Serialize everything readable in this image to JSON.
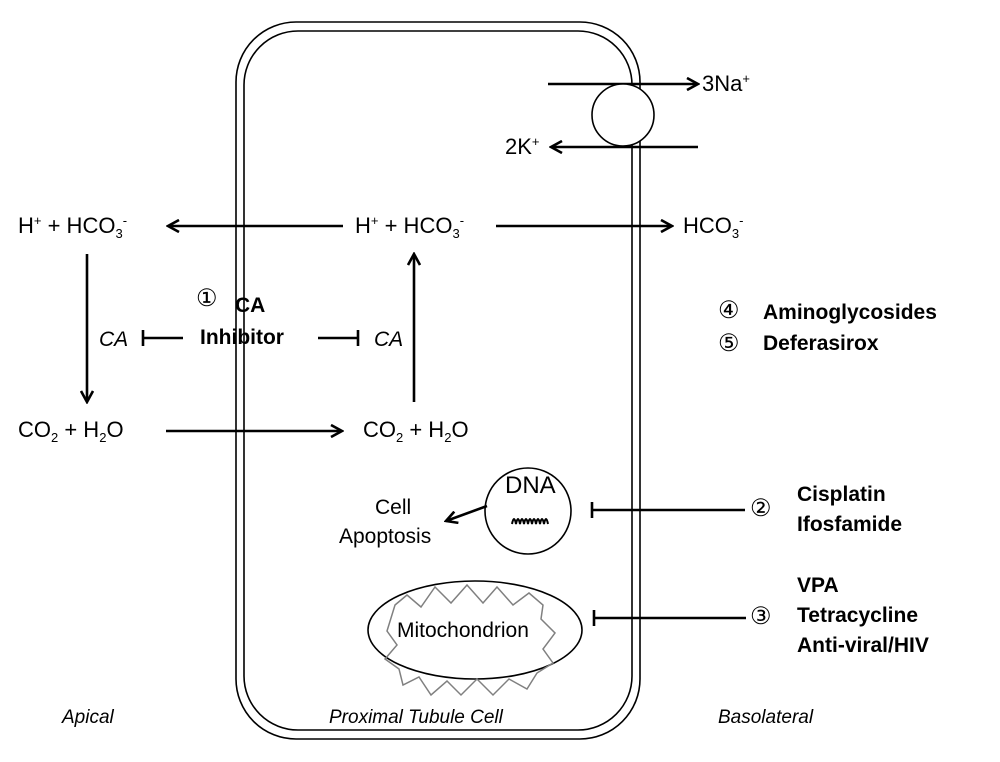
{
  "diagram": {
    "cell_label": "Proximal Tubule Cell",
    "side_labels": {
      "apical": "Apical",
      "basolateral": "Basolateral"
    },
    "pump": {
      "na_label": "3Na",
      "na_sup": "+",
      "k_label": "2K",
      "k_sup": "+"
    },
    "apical_species": {
      "h_bicarb": {
        "h": "H",
        "h_sup": "+",
        "plus": " + HCO",
        "sub": "3",
        "sup": "-"
      },
      "co2_h2o": {
        "co": "CO",
        "co_sub": "2",
        "plus": " + H",
        "h_sub": "2",
        "o": "O"
      }
    },
    "intracellular_species": {
      "h_bicarb": {
        "h": "H",
        "h_sup": "+",
        "plus": " + HCO",
        "sub": "3",
        "sup": "-"
      },
      "co2_h2o": {
        "co": "CO",
        "co_sub": "2",
        "plus": " + H",
        "h_sub": "2",
        "o": "O"
      }
    },
    "basolateral_species": {
      "hco": "HCO",
      "sub": "3",
      "sup": "-"
    },
    "enzyme_label": "CA",
    "inhibitor": {
      "number": "①",
      "line1": "CA",
      "line2": "Inhibitor"
    },
    "organelles": {
      "dna": "DNA",
      "mitochondrion": "Mitochondrion",
      "apoptosis_line1": "Cell",
      "apoptosis_line2": "Apoptosis"
    },
    "drug_groups": [
      {
        "number": "②",
        "drugs": [
          "Cisplatin",
          "Ifosfamide"
        ]
      },
      {
        "number": "③",
        "drugs": [
          "VPA",
          "Tetracycline",
          "Anti-viral/HIV"
        ]
      },
      {
        "number": "④",
        "drugs": [
          "Aminoglycosides"
        ]
      },
      {
        "number": "⑤",
        "drugs": [
          "Deferasirox"
        ]
      }
    ]
  }
}
